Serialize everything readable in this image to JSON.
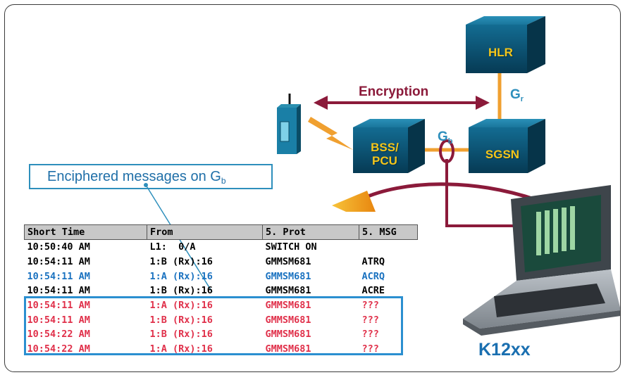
{
  "nodes": {
    "hlr": "HLR",
    "bss_pcu": "BSS/\nPCU",
    "sgsn": "SGSN"
  },
  "labels": {
    "encryption": "Encryption",
    "gr_main": "G",
    "gr_sub": "r",
    "gb_main": "G",
    "gb_sub": "b",
    "callout_main": "Enciphered messages on G",
    "callout_sub": "b",
    "device": "K12xx"
  },
  "table": {
    "headers": [
      "Short Time",
      "From",
      "5. Prot",
      "5. MSG"
    ],
    "rows": [
      {
        "time": "10:50:40 AM",
        "from": "L1:  0/A",
        "prot": "SWITCH ON",
        "msg": "",
        "style": "black"
      },
      {
        "time": "10:54:11 AM",
        "from": "1:B (Rx):16",
        "prot": "GMMSM681",
        "msg": "ATRQ",
        "style": "black"
      },
      {
        "time": "10:54:11 AM",
        "from": "1:A (Rx):16",
        "prot": "GMMSM681",
        "msg": "ACRQ",
        "style": "blue"
      },
      {
        "time": "10:54:11 AM",
        "from": "1:B (Rx):16",
        "prot": "GMMSM681",
        "msg": "ACRE",
        "style": "black"
      },
      {
        "time": "10:54:11 AM",
        "from": "1:A (Rx):16",
        "prot": "GMMSM681",
        "msg": "???",
        "style": "red"
      },
      {
        "time": "10:54:11 AM",
        "from": "1:B (Rx):16",
        "prot": "GMMSM681",
        "msg": "???",
        "style": "red"
      },
      {
        "time": "10:54:22 AM",
        "from": "1:B (Rx):16",
        "prot": "GMMSM681",
        "msg": "???",
        "style": "red"
      },
      {
        "time": "10:54:22 AM",
        "from": "1:A (Rx):16",
        "prot": "GMMSM681",
        "msg": "???",
        "style": "red"
      }
    ]
  },
  "colors": {
    "encryption_arrow": "#8b1a3a",
    "interface_line": "#f0a030",
    "probe_line": "#8b1a3a",
    "cube": "#0d4f6e",
    "highlight_box": "#2b8fd0",
    "blue_row": "#1a72c0",
    "red_row": "#e0304a"
  },
  "icons": [
    "mobile-phone-icon",
    "lightning-icon",
    "laptop-analyzer-icon",
    "curved-arrow-icon"
  ]
}
